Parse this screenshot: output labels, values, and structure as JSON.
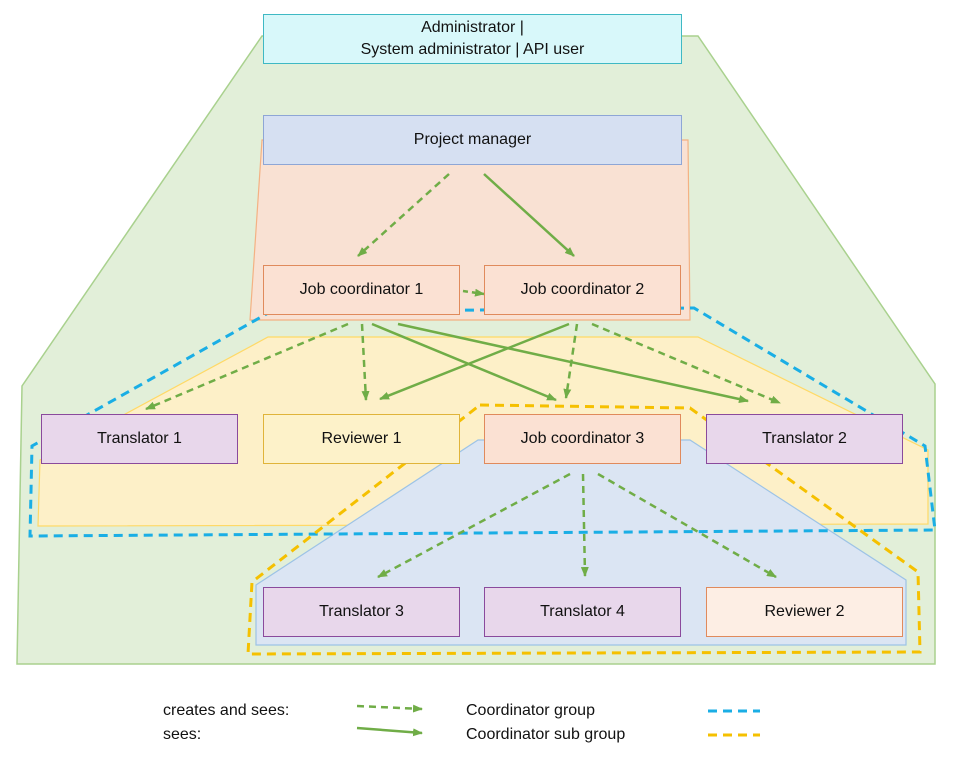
{
  "nodes": {
    "admin_line1": "Administrator |",
    "admin_line2": "System administrator | API user",
    "project_manager": "Project manager",
    "job_coordinator_1": "Job coordinator 1",
    "job_coordinator_2": "Job coordinator 2",
    "job_coordinator_3": "Job coordinator 3",
    "translator_1": "Translator 1",
    "translator_2": "Translator 2",
    "translator_3": "Translator 3",
    "translator_4": "Translator 4",
    "reviewer_1": "Reviewer 1",
    "reviewer_2": "Reviewer 2"
  },
  "legend": {
    "creates_and_sees": "creates and sees:",
    "sees": "sees:",
    "coordinator_group": "Coordinator group",
    "coordinator_sub_group": "Coordinator sub group"
  },
  "colors": {
    "arrow_green": "#70ad47",
    "coordinator_group_blue": "#1aaee5",
    "coordinator_sub_group_yellow": "#f5c000",
    "admin_area_green": "#e2efd9",
    "pm_area_peach": "#f9e1d3",
    "group_area_yellow": "#fdf0c8",
    "subgroup_area_blue": "#dbe5f3"
  }
}
